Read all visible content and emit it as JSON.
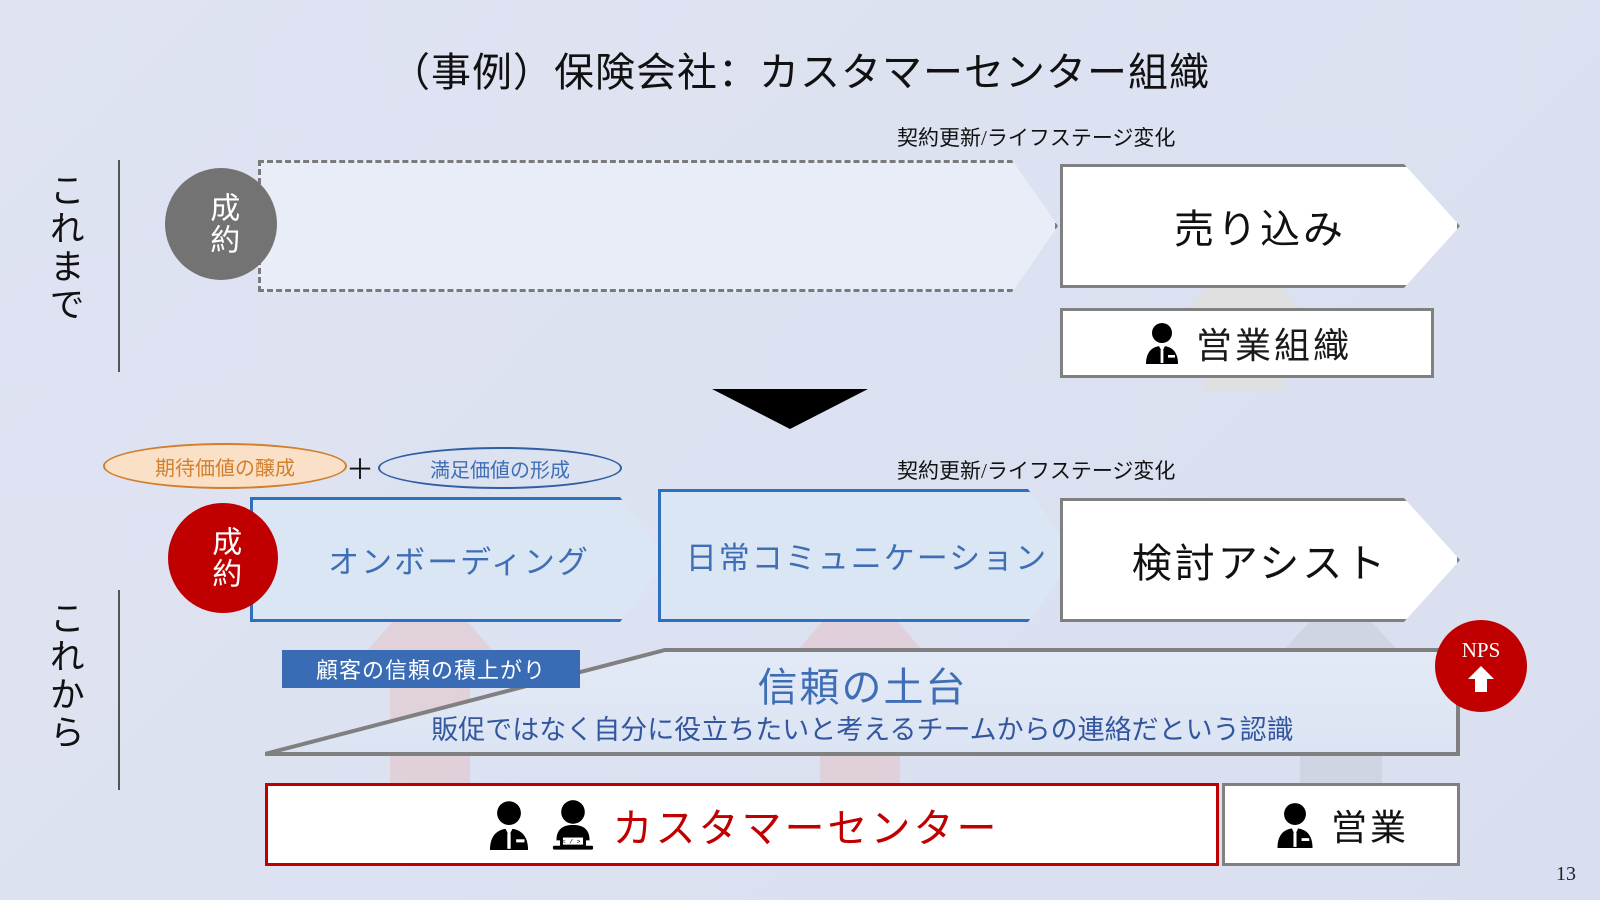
{
  "slide": {
    "title": "（事例）保険会社：カスタマーセンター組織",
    "page_number": "13",
    "background_color": "#dde2f1"
  },
  "sections": {
    "past": {
      "label": "これまで"
    },
    "future": {
      "label": "これから"
    }
  },
  "past_row": {
    "entry_badge": "成約",
    "entry_badge_color": "#737373",
    "gap_chevron_label": "",
    "renewal_caption": "契約更新/ライフステージ変化",
    "stage_label": "売り込み",
    "org_label": "営業組織",
    "org_icon": "businessperson-icon"
  },
  "transition": {
    "arrow_icon": "down-triangle-icon",
    "color": "#000000"
  },
  "future_row": {
    "value_tags": [
      {
        "label": "期待価値の醸成",
        "color": "#d2802c",
        "fill": "#fbe0c8"
      },
      {
        "label": "満足価値の形成",
        "color": "#3f6eb5",
        "fill": "transparent"
      }
    ],
    "plus": "＋",
    "entry_badge": "成約",
    "entry_badge_color": "#c00000",
    "stages": [
      {
        "label": "オンボーディング",
        "style": "blue"
      },
      {
        "label": "日常コミュニケーション",
        "style": "blue"
      },
      {
        "label": "検討アシスト",
        "style": "white"
      }
    ],
    "renewal_caption": "契約更新/ライフステージ変化",
    "nps": {
      "label": "NPS",
      "icon": "up-arrow-icon",
      "color": "#c00000"
    }
  },
  "trust": {
    "banner_label": "顧客の信頼の積上がり",
    "banner_color": "#3a6cb5",
    "title": "信頼の土台",
    "subtitle": "販促ではなく自分に役立ちたいと考えるチームからの連絡だという認識",
    "title_color": "#3f6eb5"
  },
  "teams": {
    "customer_center": {
      "label": "カスタマーセンター",
      "color": "#c00000",
      "icons": [
        "businessperson-icon",
        "developer-icon"
      ]
    },
    "sales": {
      "label": "営業",
      "color": "#111111",
      "icons": [
        "businessperson-icon"
      ]
    }
  }
}
